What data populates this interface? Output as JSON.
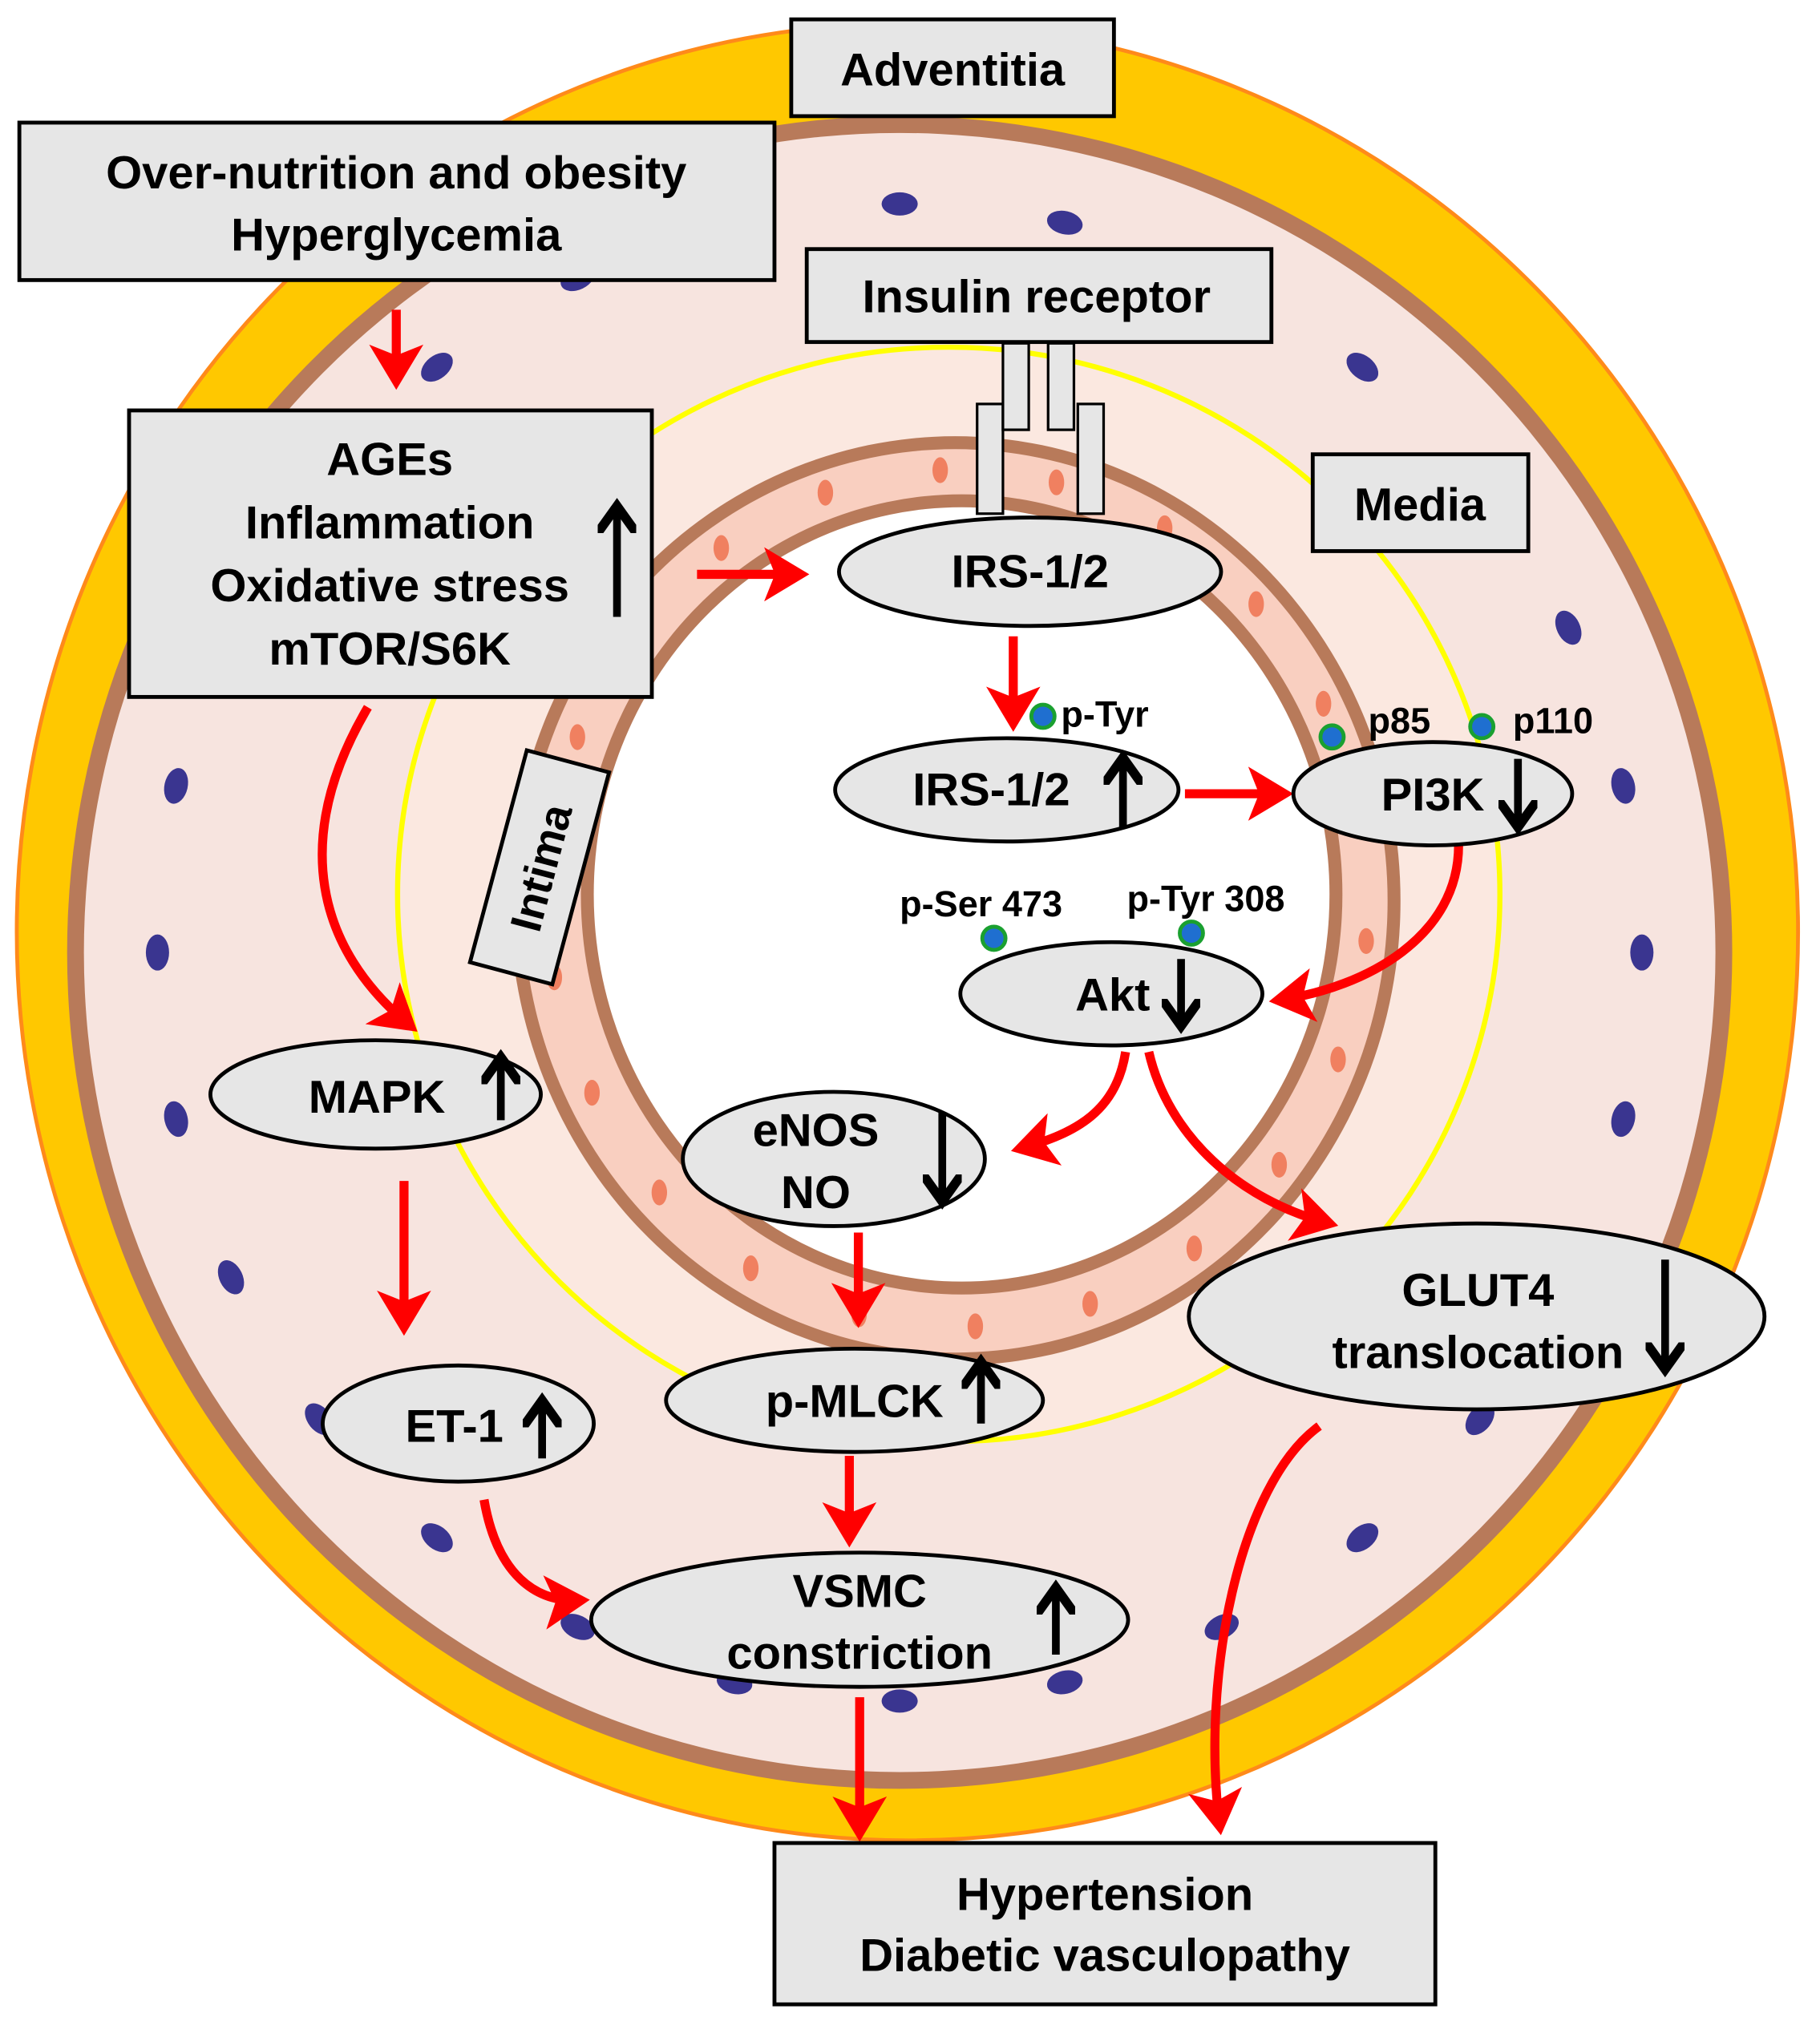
{
  "layers": {
    "adventitia": "Adventitia",
    "media": "Media",
    "intima": "Intima"
  },
  "inputs": {
    "line1": "Over-nutrition and obesity",
    "line2": "Hyperglycemia"
  },
  "stress_box": {
    "lines": [
      "AGEs",
      "Inflammation",
      "Oxidative stress",
      "mTOR/S6K"
    ],
    "trend": "up"
  },
  "receptor": "Insulin receptor",
  "nodes": {
    "irs_top": "IRS-1/2",
    "irs_p": "IRS-1/2",
    "pi3k": "PI3K",
    "akt": "Akt",
    "mapk": "MAPK",
    "enos": [
      "eNOS",
      "NO"
    ],
    "glut4": [
      "GLUT4",
      "translocation"
    ],
    "et1": "ET-1",
    "pmlck": "p-MLCK",
    "vsmc": [
      "VSMC",
      "constriction"
    ]
  },
  "phospho_labels": {
    "irs": "p-Tyr",
    "p85": "p85",
    "p110": "p110",
    "ser473": "p-Ser 473",
    "tyr308": "p-Tyr 308"
  },
  "outcome": {
    "line1": "Hypertension",
    "line2": "Diabetic vasculopathy"
  },
  "trends": {
    "irs_p": "up",
    "pi3k": "down",
    "akt": "down",
    "mapk": "up",
    "enos": "down",
    "glut4": "down",
    "et1": "up",
    "pmlck": "up",
    "vsmc": "up"
  },
  "colors": {
    "adventitia": "#ffc800",
    "media": "#f7e4df",
    "elastic_lamina": "#b87a5a",
    "internal_lamina": "#ffff00",
    "intima": "#f9cfc0",
    "nucleus": "#3a3590",
    "arrow": "#ff0000",
    "phospho_dot_fill": "#1f6fd0",
    "phospho_dot_ring": "#1aa030",
    "box_fill": "#e6e6e6"
  }
}
